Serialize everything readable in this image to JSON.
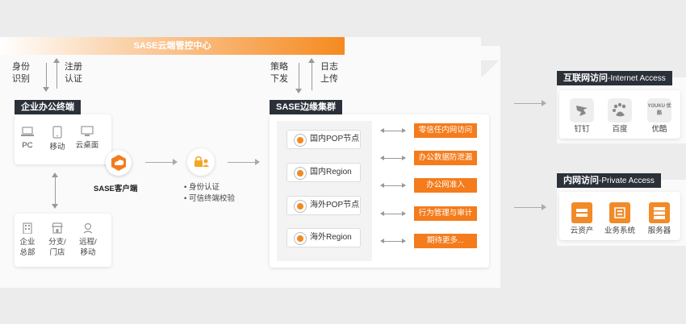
{
  "header": {
    "title": "SASE云端管控中心"
  },
  "left_arrows": {
    "up_label_1": "身份",
    "up_label_2": "识别",
    "down_label_1": "注册",
    "down_label_2": "认证"
  },
  "mid_arrows": {
    "label_1a": "策略",
    "label_1b": "下发",
    "label_2a": "日志",
    "label_2b": "上传"
  },
  "enterprise_terminal": {
    "title": "企业办公终端",
    "devices": [
      {
        "label": "PC",
        "icon": "laptop-icon"
      },
      {
        "label": "移动",
        "icon": "phone-icon"
      },
      {
        "label": "云桌面",
        "icon": "monitor-icon"
      }
    ]
  },
  "sites": [
    {
      "label_1": "企业",
      "label_2": "总部",
      "icon": "building-icon"
    },
    {
      "label_1": "分支/",
      "label_2": "门店",
      "icon": "store-icon"
    },
    {
      "label_1": "远程/",
      "label_2": "移动",
      "icon": "location-icon"
    }
  ],
  "client": {
    "label": "SASE客户端"
  },
  "auth": {
    "items": [
      "• 身份认证",
      "• 可信终端校验"
    ]
  },
  "edge_cluster": {
    "title": "SASE边缘集群",
    "nodes": [
      "国内POP节点",
      "国内Region",
      "海外POP节点",
      "海外Region"
    ],
    "features": [
      "零信任内网访问",
      "办公数据防泄漏",
      "办公网准入",
      "行为管理与审计",
      "期待更多..."
    ]
  },
  "internet_access": {
    "title": "互联网访问",
    "subtitle": "-Internet Access",
    "items": [
      {
        "label": "钉钉",
        "icon": "dingtalk-icon"
      },
      {
        "label": "百度",
        "icon": "baidu-icon"
      },
      {
        "label": "优酷",
        "icon": "youku-icon",
        "logo_text": "YOUKU 优酷"
      }
    ]
  },
  "private_access": {
    "title": "内网访问",
    "subtitle": "-Private Access",
    "items": [
      {
        "label": "云资产",
        "icon": "cloud-asset-icon"
      },
      {
        "label": "业务系统",
        "icon": "business-system-icon"
      },
      {
        "label": "服务器",
        "icon": "server-icon"
      }
    ]
  },
  "colors": {
    "accent": "#f47c1c",
    "dark": "#2b3139",
    "panel": "#fafafa"
  }
}
